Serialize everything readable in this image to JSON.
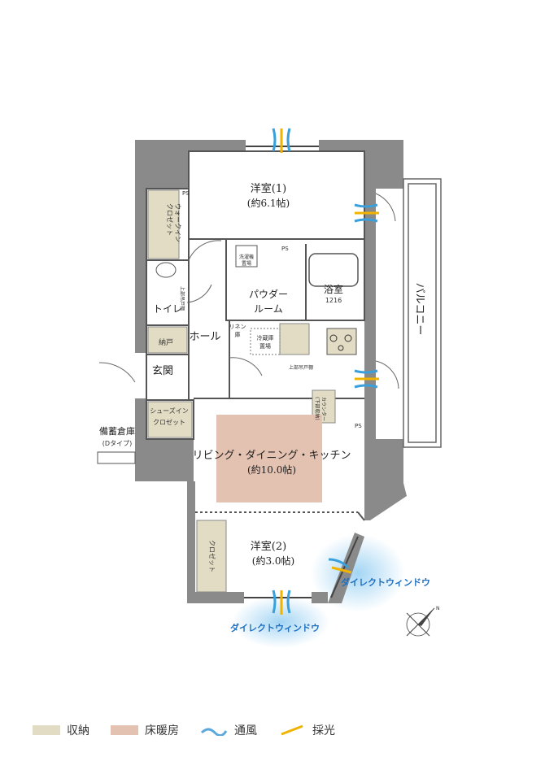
{
  "rooms": {
    "western1": "洋室(1)",
    "western1_size": "(約6.1帖)",
    "western2": "洋室(2)",
    "western2_size": "(約3.0帖)",
    "ldk": "リビング・ダイニング・キッチン",
    "ldk_size": "(約10.0帖)",
    "powder": "パウダー",
    "powder2": "ルーム",
    "bath": "浴室",
    "bath_size": "1216",
    "toilet": "トイレ",
    "hall": "ホール",
    "entrance": "玄関",
    "balcony": "バルコニー"
  },
  "storage": {
    "walkin1": "ウォークイン",
    "walkin2": "クロゼット",
    "nando": "納戸",
    "shoes1": "シューズイン",
    "shoes2": "クロゼット",
    "closet": "クロゼット",
    "linen1": "リネン",
    "linen2": "庫",
    "fridge1": "冷蔵庫",
    "fridge2": "置場",
    "washer1": "洗濯機",
    "washer2": "置場",
    "upper_shelf": "上部吊戸棚",
    "upper_shelf2": "上部吊戸棚",
    "counter1": "カウンター",
    "counter2": "(下部収納)",
    "ps": "PS",
    "reserve": "備蓄倉庫",
    "reserve_type": "(Dタイプ)"
  },
  "windows": {
    "direct1": "ダイレクトウィンドウ",
    "direct2": "ダイレクトウィンドウ"
  },
  "legend": [
    {
      "label": "収納",
      "color": "#e2dcc4"
    },
    {
      "label": "床暖房",
      "color": "#e3c2b2"
    },
    {
      "label": "通風",
      "color": "#5aa8dc"
    },
    {
      "label": "採光",
      "color": "#f0b400"
    }
  ],
  "compass": "N"
}
